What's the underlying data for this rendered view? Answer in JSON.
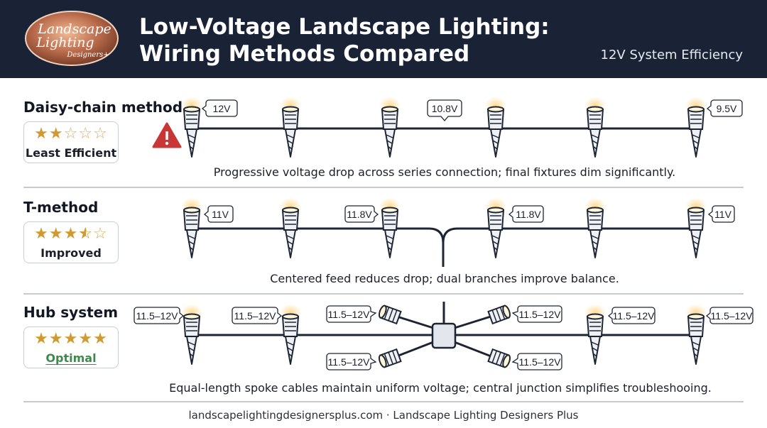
{
  "header": {
    "logo": {
      "line1": "Landscape",
      "line2": "Lighting",
      "line3": "Designers+"
    },
    "title_line1": "Low-Voltage Landscape Lighting:",
    "title_line2": "Wiring Methods Compared",
    "subtitle": "12V System Efficiency"
  },
  "colors": {
    "header_bg": "#1a2236",
    "wire": "#1d2535",
    "star": "#d09a31",
    "optimal": "#3e8a4b",
    "warning": "#c93636"
  },
  "sections": [
    {
      "title": "Daisy-chain method",
      "stars": 2,
      "rating": "Least Efficient",
      "warning_icon": "warning-triangle-icon",
      "labels": [
        "12V",
        "10.8V",
        "9.5V"
      ],
      "caption": "Progressive voltage drop across series connection; final fixtures dim significantly."
    },
    {
      "title": "T-method",
      "stars": 3.5,
      "rating": "Improved",
      "labels": [
        "11V",
        "11.8V",
        "11.8V",
        "11V"
      ],
      "caption": "Centered feed reduces drop; dual branches improve balance."
    },
    {
      "title": "Hub system",
      "stars": 5,
      "rating": "Optimal",
      "labels": [
        "11.5–12V",
        "11.5–12V",
        "11.5–12V",
        "11.5–12V",
        "11.5–12V",
        "11.5–12V",
        "11.5–12V",
        "11.5–12V"
      ],
      "caption": "Equal-length spoke cables maintain uniform voltage; central junction simplifies troubleshooing."
    }
  ],
  "footer": "landscapelightingdesignersplus.com · Landscape Lighting Designers Plus"
}
